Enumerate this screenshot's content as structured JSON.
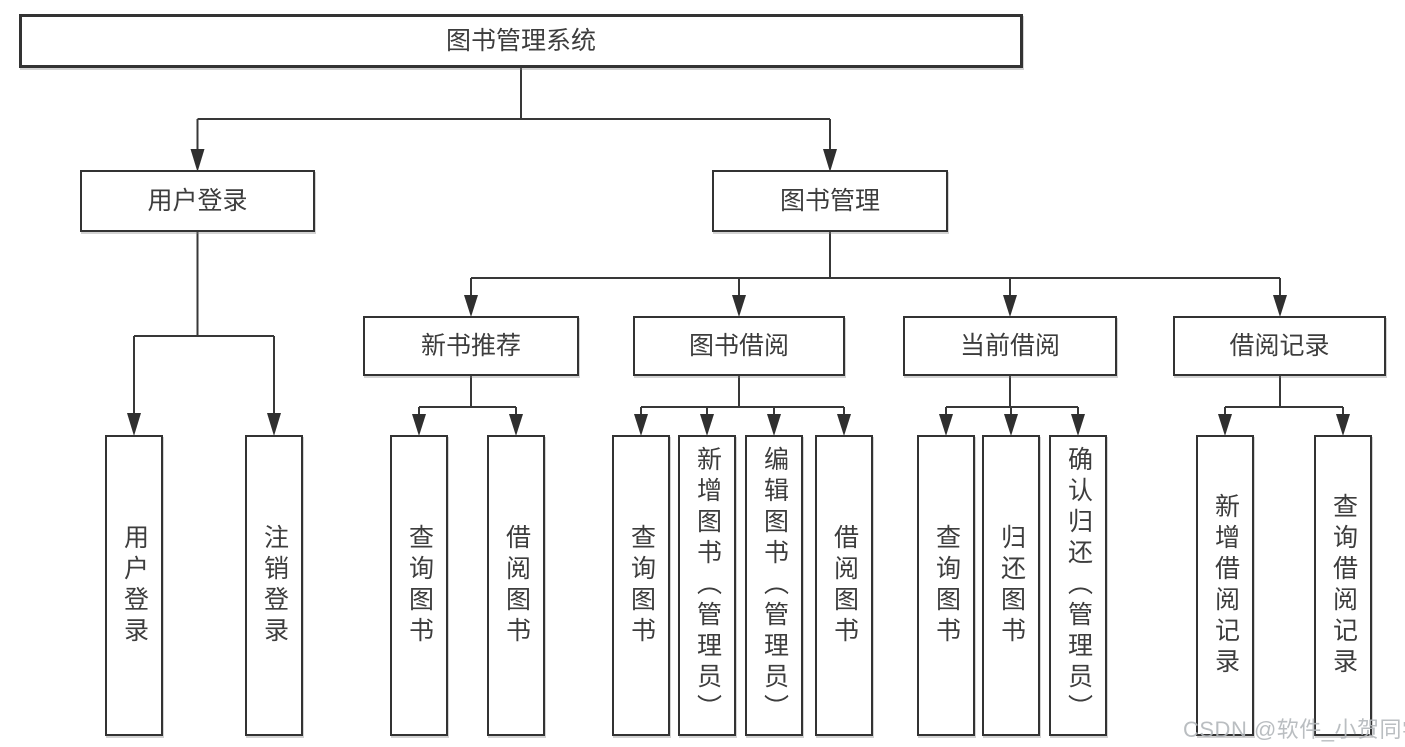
{
  "colors": {
    "line": "#383838",
    "arrow": "#2f2f2f",
    "border": "#333333",
    "text": "#3d3d3d",
    "watermark": "#b3b7bb",
    "background": "#ffffff"
  },
  "tree": {
    "root": {
      "label": "图书管理系统"
    },
    "branches": [
      {
        "label": "用户登录",
        "children": [
          {
            "label": "用户登录"
          },
          {
            "label": "注销登录"
          }
        ]
      },
      {
        "label": "图书管理",
        "children": [
          {
            "label": "新书推荐",
            "children": [
              {
                "label": "查询图书"
              },
              {
                "label": "借阅图书"
              }
            ]
          },
          {
            "label": "图书借阅",
            "children": [
              {
                "label": "查询图书"
              },
              {
                "label": "新增图书（管理员）"
              },
              {
                "label": "编辑图书（管理员）"
              },
              {
                "label": "借阅图书"
              }
            ]
          },
          {
            "label": "当前借阅",
            "children": [
              {
                "label": "查询图书"
              },
              {
                "label": "归还图书"
              },
              {
                "label": "确认归还（管理员）"
              }
            ]
          },
          {
            "label": "借阅记录",
            "children": [
              {
                "label": "新增借阅记录"
              },
              {
                "label": "查询借阅记录"
              }
            ]
          }
        ]
      }
    ]
  },
  "watermark": {
    "text": "CSDN @软件_小贺同学"
  }
}
